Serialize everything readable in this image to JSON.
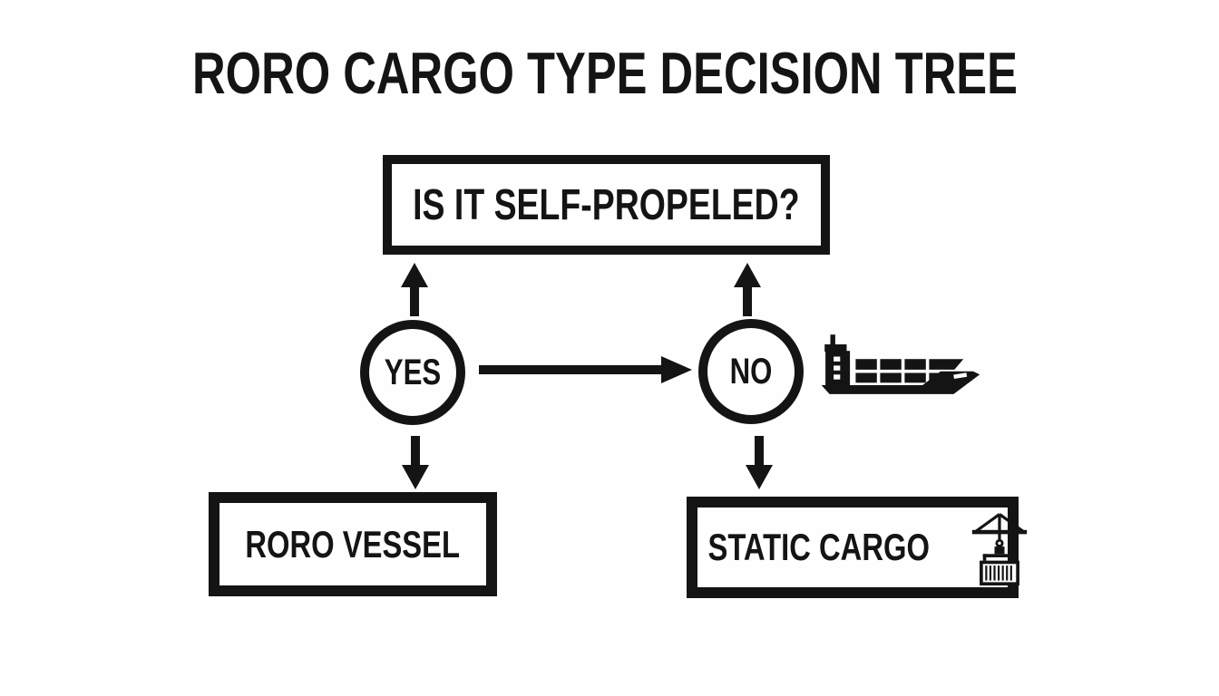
{
  "title": "RORO CARGO TYPE DECISION TREE",
  "flowchart": {
    "question": "IS IT SELF-PROPELED?",
    "yes_label": "YES",
    "no_label": "NO",
    "yes_result": "RORO VESSEL",
    "no_result": "STATIC CARGO"
  },
  "icons": {
    "ship": "cargo-ship",
    "crane": "container-crane-lifting-container"
  },
  "colors": {
    "ink": "#141414",
    "background": "#fefefe"
  }
}
